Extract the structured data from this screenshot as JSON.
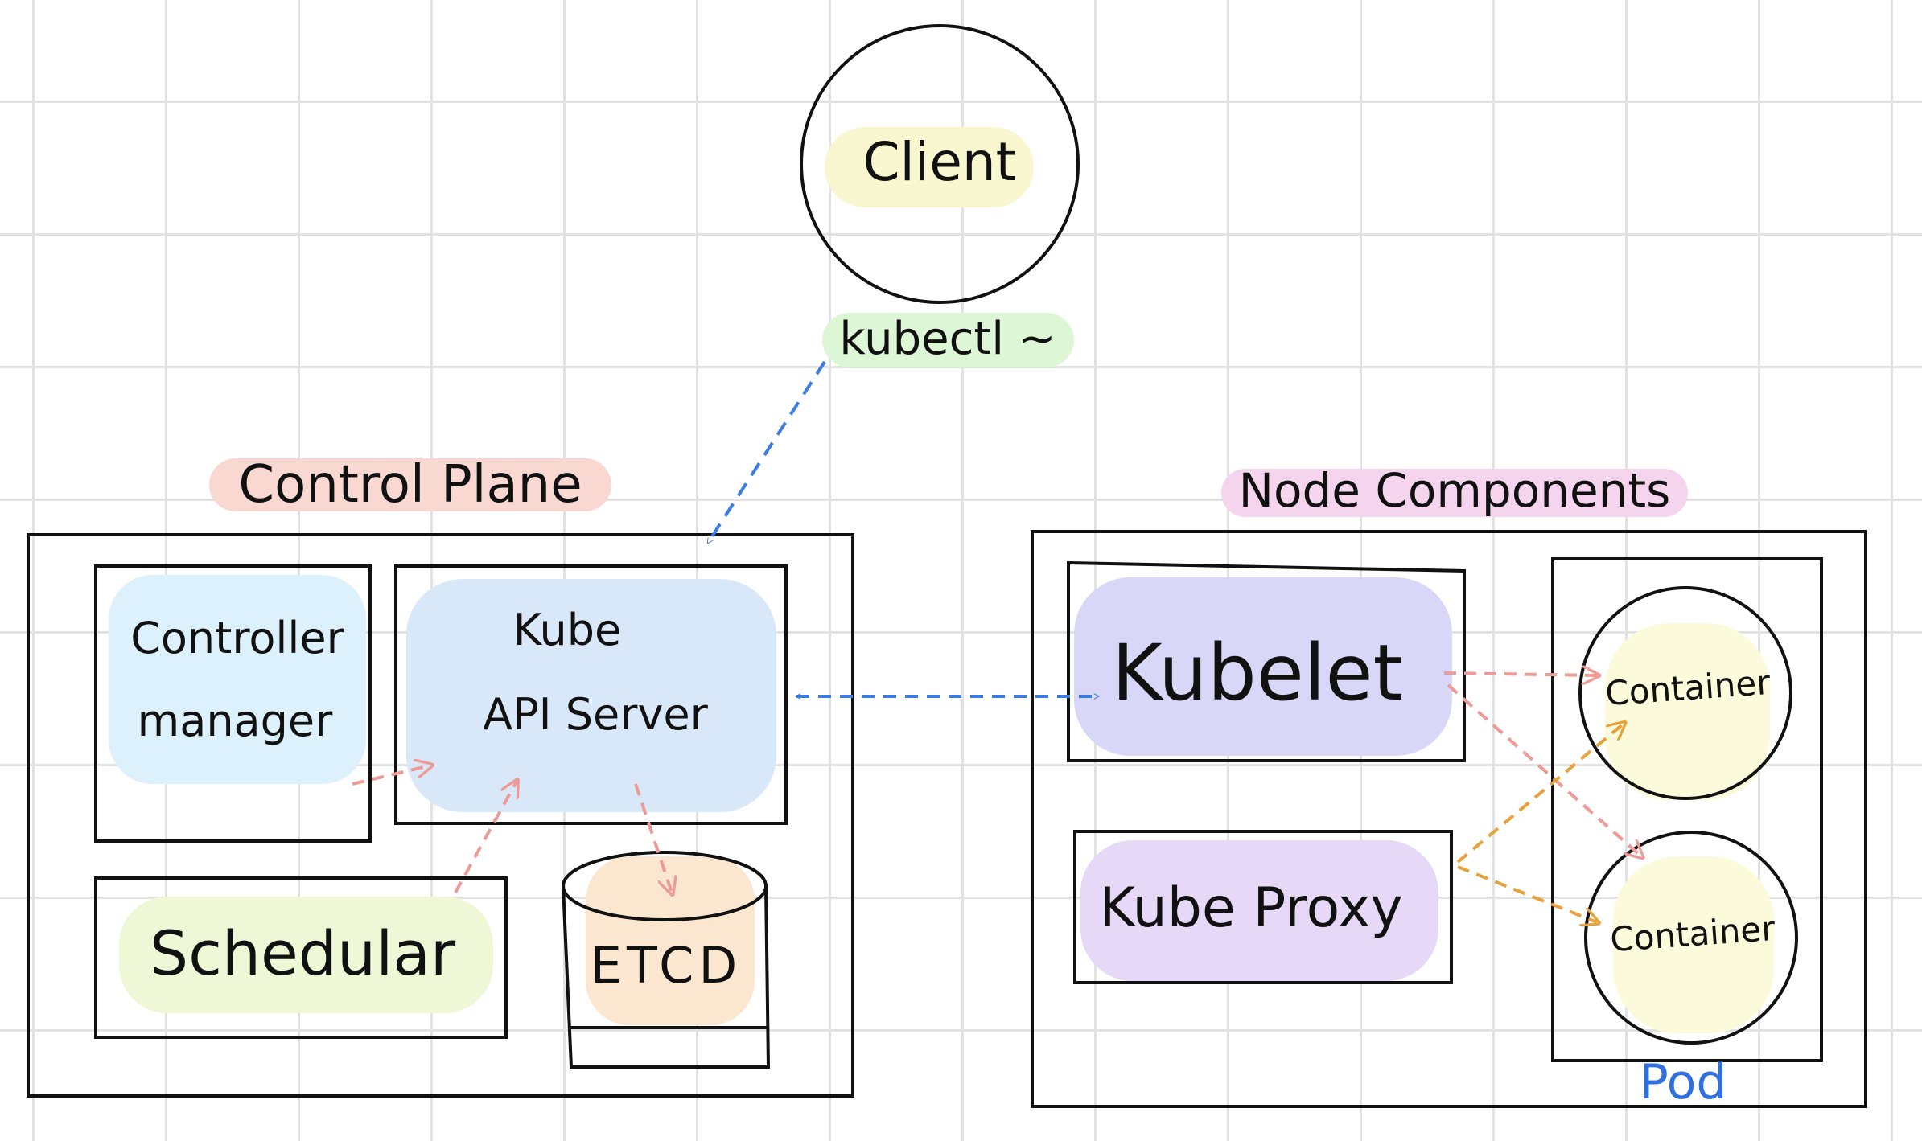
{
  "client": {
    "label": "Client",
    "command": "kubectl ~"
  },
  "control_plane": {
    "title": "Control Plane",
    "controller_manager": {
      "line1": "Controller",
      "line2": "manager"
    },
    "api_server": {
      "line1": "Kube",
      "line2": "API Server"
    },
    "scheduler": {
      "label": "Schedular"
    },
    "etcd": {
      "label": "ETCD"
    }
  },
  "node_components": {
    "title": "Node Components",
    "kubelet": {
      "label": "Kubelet"
    },
    "kube_proxy": {
      "label": "Kube Proxy"
    },
    "pod": {
      "label": "Pod",
      "containers": [
        "Container",
        "Container"
      ]
    }
  },
  "colors": {
    "blue_arrow": "#3b7be6",
    "pink_arrow": "#ee9a97",
    "orange_arrow": "#e6a23c",
    "pod_label": "#2f6fe0",
    "client_highlight": "#f8f7cf",
    "kubectl_highlight": "#dcf6d6",
    "control_plane_highlight": "#f9d8d2",
    "node_components_highlight": "#f5d4ee",
    "controller_highlight": "#dcf1fb",
    "api_server_highlight": "#d9e8f9",
    "scheduler_highlight": "#eef7d6",
    "etcd_highlight": "#fbe6d0",
    "kubelet_highlight": "#d9d7f7",
    "kube_proxy_highlight": "#e5d9f7",
    "container_highlight": "#fbfbdc"
  }
}
